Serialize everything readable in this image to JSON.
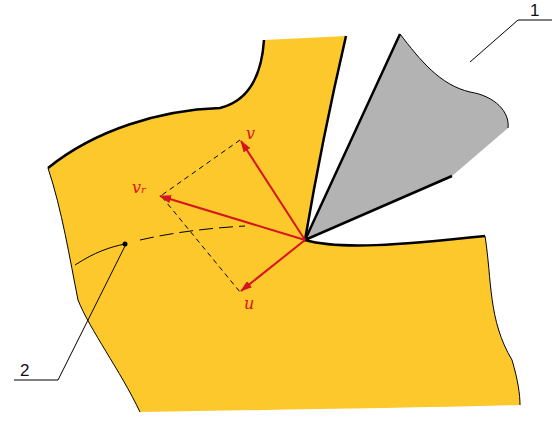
{
  "diagram": {
    "labels": [
      "1",
      "2",
      "v",
      "vᵣ",
      "u"
    ]
  }
}
